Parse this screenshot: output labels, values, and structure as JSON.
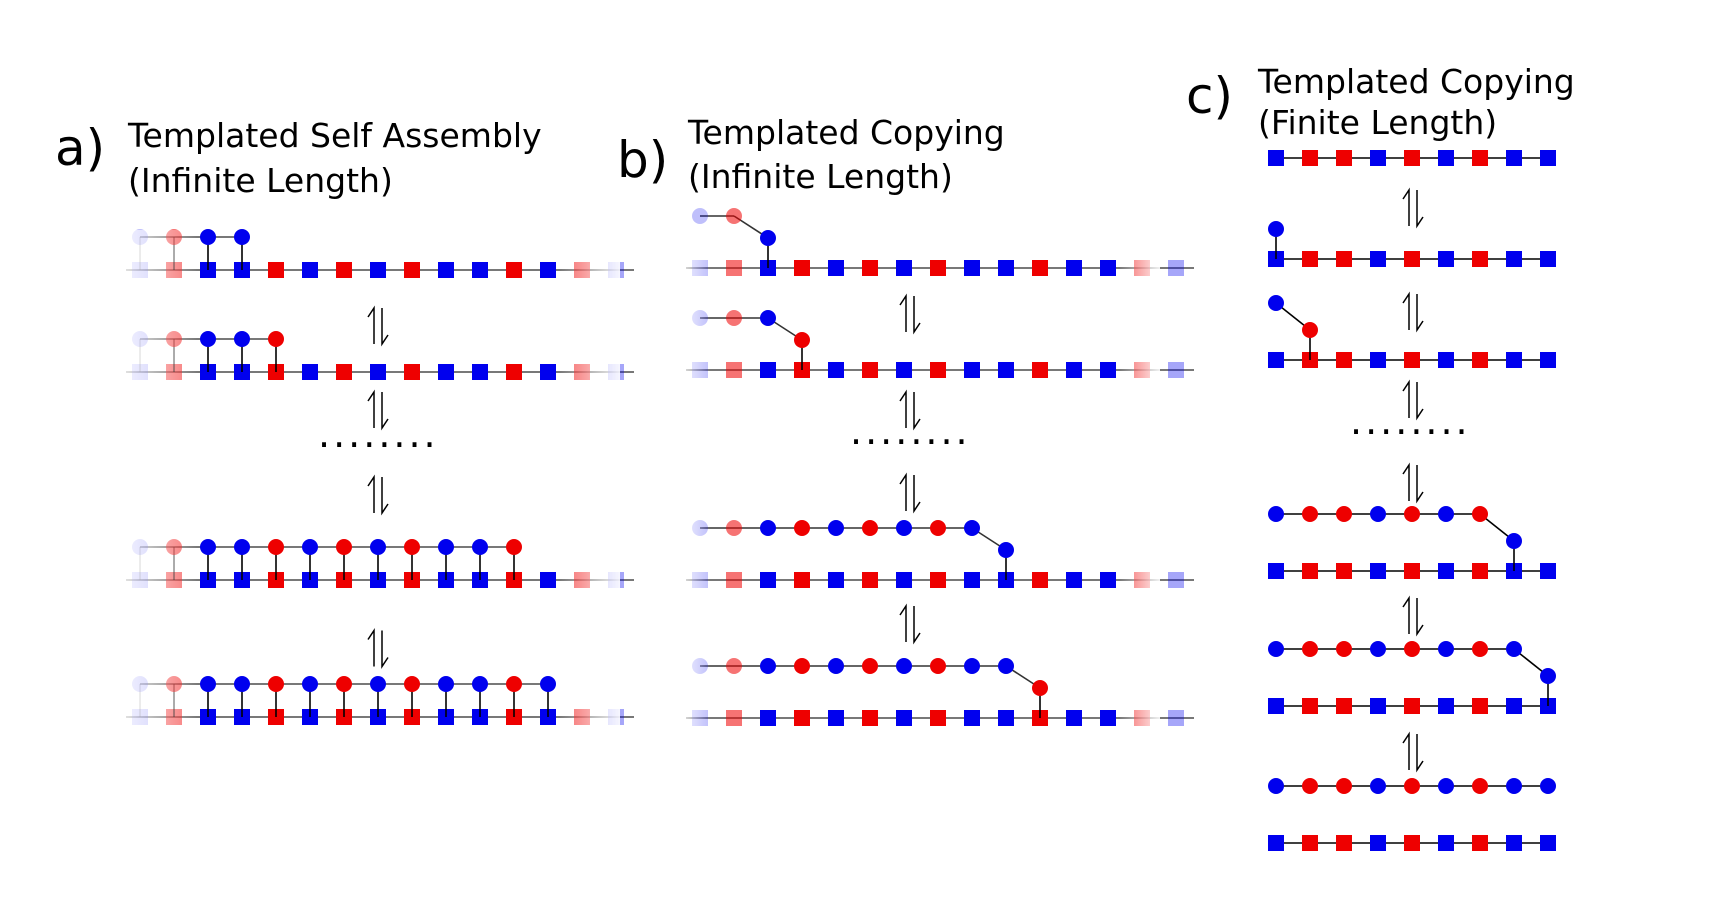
{
  "colors": {
    "blue": "#0000ee",
    "red": "#ee0000",
    "bond": "#000000"
  },
  "panels": [
    {
      "id": "a",
      "letter": "a)",
      "title_line1": "Templated Self Assembly",
      "title_line2": "(Infinite Length)",
      "ellipsis": "........",
      "template_sequence": [
        "B",
        "R",
        "B",
        "B",
        "R",
        "B",
        "R",
        "B",
        "R",
        "B",
        "B",
        "R",
        "B"
      ],
      "states": [
        {
          "monomers_attached": 4,
          "tail": []
        },
        {
          "monomers_attached": 5,
          "tail": []
        },
        {
          "monomers_attached": 12,
          "tail": []
        },
        {
          "monomers_attached": 13,
          "tail": []
        }
      ]
    },
    {
      "id": "b",
      "letter": "b)",
      "title_line1": "Templated Copying",
      "title_line2": "(Infinite Length)",
      "ellipsis": "........",
      "template_sequence": [
        "B",
        "R",
        "B",
        "R",
        "B",
        "R",
        "B",
        "R",
        "B",
        "B",
        "R",
        "B",
        "B"
      ],
      "states": [
        {
          "copy_length": 3,
          "attached_at": 2
        },
        {
          "copy_length": 4,
          "attached_at": 3
        },
        {
          "copy_length": 10,
          "attached_at": 9
        },
        {
          "copy_length": 11,
          "attached_at": 10
        }
      ]
    },
    {
      "id": "c",
      "letter": "c)",
      "title_line1": "Templated Copying",
      "title_line2": "(Finite Length)",
      "ellipsis": "........",
      "template_sequence": [
        "B",
        "R",
        "R",
        "B",
        "R",
        "B",
        "R",
        "B",
        "B"
      ],
      "states": [
        {
          "copy_length": 0
        },
        {
          "copy_length": 1
        },
        {
          "copy_length": 2
        },
        {
          "copy_length": 8
        },
        {
          "copy_length": 9
        },
        {
          "copy_length": 9,
          "detached": true
        }
      ]
    }
  ]
}
